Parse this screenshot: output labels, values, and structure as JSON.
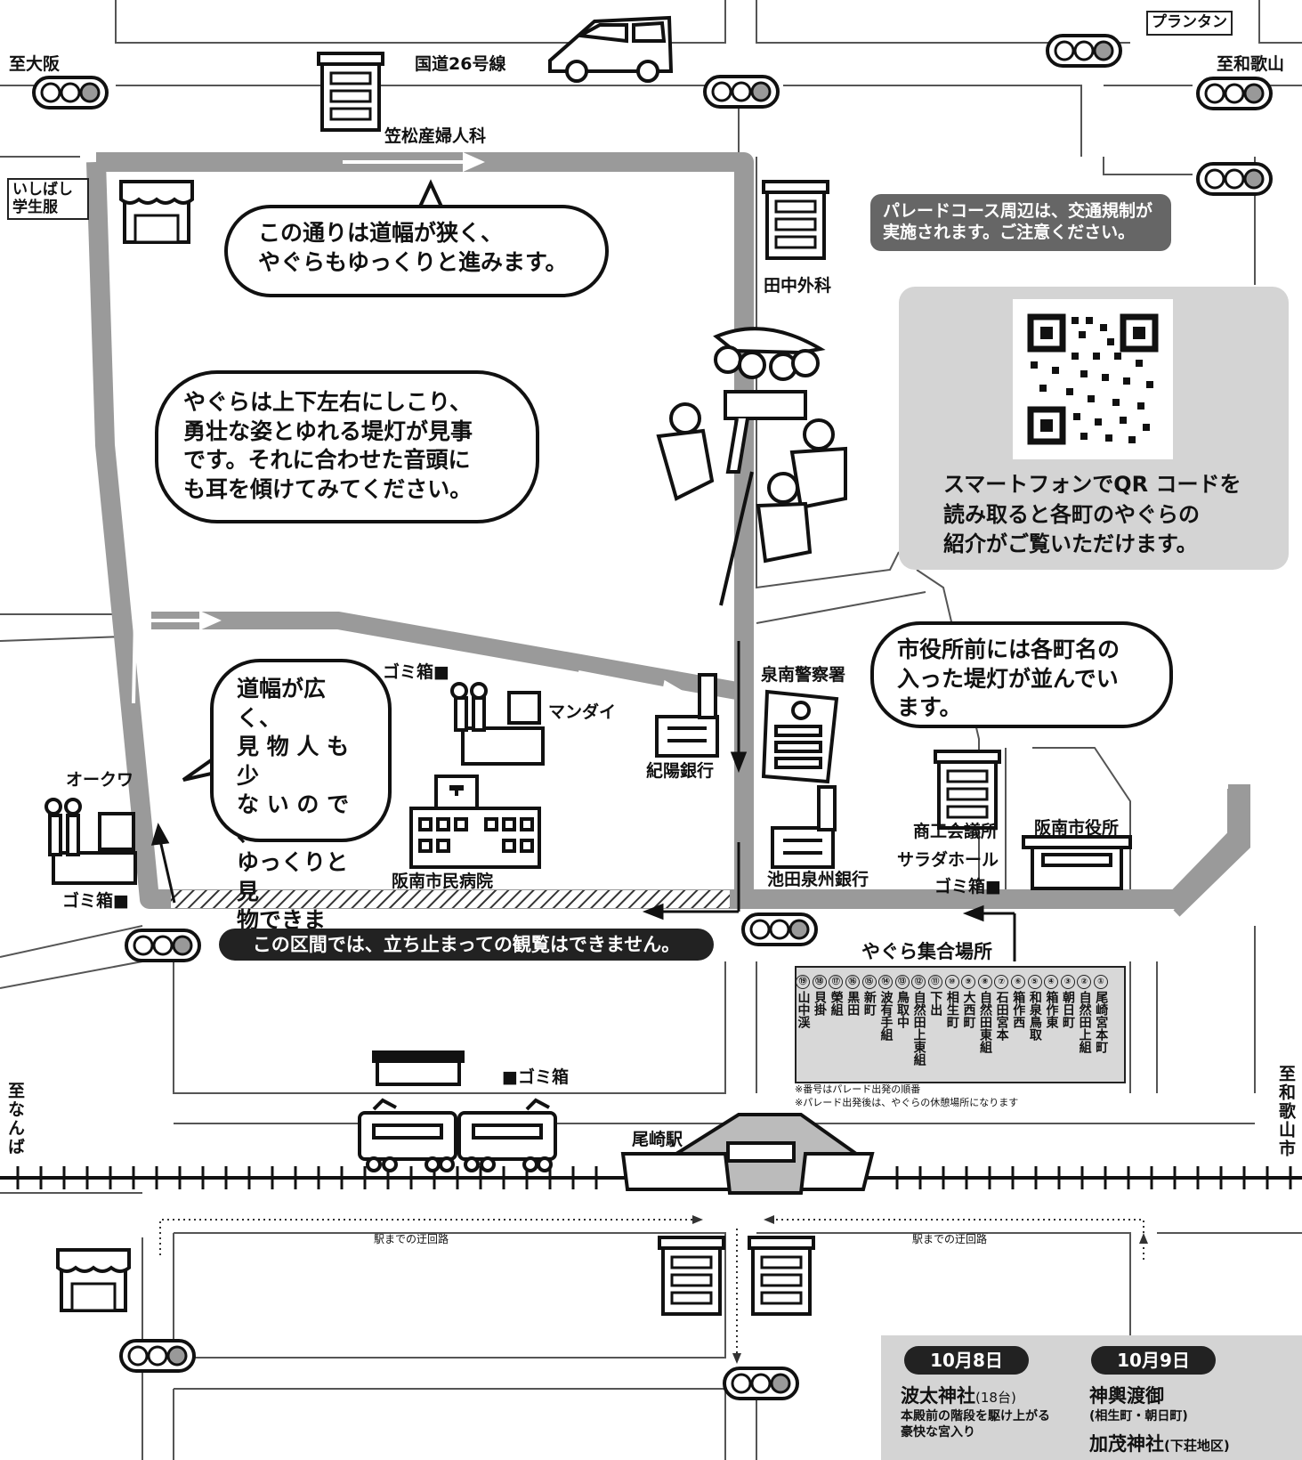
{
  "map": {
    "directions": {
      "osaka": "至大阪",
      "wakayama": "至和歌山",
      "namba": "至なんば",
      "wakayama_city": "至和歌山市"
    },
    "roads": {
      "route26": "国道26号線"
    },
    "landmarks": {
      "printemps": "プランタン",
      "ishibashi": "いしばし\n学生服",
      "kasamatsu": "笠松産婦人科",
      "tanaka": "田中外科",
      "sennan_police": "泉南警察署",
      "kiyo_bank": "紀陽銀行",
      "mandai": "マンダイ",
      "trash_upper": "ゴミ箱■",
      "okuwa": "オークワ",
      "trash_left": "ゴミ箱■",
      "hannan_hospital": "阪南市民病院",
      "ikeda_bank": "池田泉州銀行",
      "chamber": "商工会議所",
      "salad_hall": "サラダホール",
      "trash_right": "ゴミ箱■",
      "city_office": "阪南市役所",
      "trash_station": "■ゴミ箱",
      "ozaki_station": "尾崎駅",
      "detour_left": "駅までの迂回路",
      "detour_right": "駅までの迂回路"
    },
    "bubbles": {
      "narrow": "この通りは道幅が狭く、\nやぐらもゆっくりと進みます。",
      "yagura": "やぐらは上下左右にしこり、\n勇壮な姿とゆれる堤灯が見事\nです。それに合わせた音頭に\nも耳を傾けてみてください。",
      "wide": "道幅が広く、\n見 物 人 も 少\nな い の で 、\nゆっくりと見\n物できます。",
      "lanterns": "市役所前には各町名の\n入った堤灯が並んでい\nます。"
    },
    "traffic_notice": "パレードコース周辺は、交通規制が\n実施されます。ご注意ください。",
    "qr_text": "スマートフォンでQR コードを\n読み取ると各町のやぐらの\n紹介がご覧いただけます。",
    "no_viewing": "この区間では、立ち止まっての観覧はできません。",
    "assembly": {
      "title": "やぐら集合場所",
      "entries": [
        {
          "n": "①",
          "name": "尾崎宮本町"
        },
        {
          "n": "②",
          "name": "自然田上組"
        },
        {
          "n": "③",
          "name": "朝日町"
        },
        {
          "n": "④",
          "name": "箱作東"
        },
        {
          "n": "⑤",
          "name": "和泉鳥取"
        },
        {
          "n": "⑥",
          "name": "箱作西"
        },
        {
          "n": "⑦",
          "name": "石田宮本"
        },
        {
          "n": "⑧",
          "name": "自然田東組"
        },
        {
          "n": "⑨",
          "name": "大西町"
        },
        {
          "n": "⑩",
          "name": "相生町"
        },
        {
          "n": "⑪",
          "name": "下出"
        },
        {
          "n": "⑫",
          "name": "自然田上東組"
        },
        {
          "n": "⑬",
          "name": "鳥取中"
        },
        {
          "n": "⑭",
          "name": "波有手組"
        },
        {
          "n": "⑮",
          "name": "新町"
        },
        {
          "n": "⑯",
          "name": "黒田"
        },
        {
          "n": "⑰",
          "name": "榮組"
        },
        {
          "n": "⑱",
          "name": "貝掛"
        },
        {
          "n": "⑲",
          "name": "山中渓"
        }
      ],
      "note1": "※番号はパレード出発の順番",
      "note2": "※パレード出発後は、やぐらの休憩場所になります"
    },
    "schedule": {
      "day1": {
        "date": "10月8日",
        "shrine": "波太神社",
        "count": "(18台)",
        "desc": "本殿前の階段を駆け上がる\n豪快な宮入り"
      },
      "day2": {
        "date": "10月9日",
        "event": "神輿渡御",
        "towns": "(相生町・朝日町)",
        "shrine": "加茂神社",
        "area": "(下荘地区)"
      }
    },
    "colors": {
      "route": "#9a9a9a",
      "panel": "#d4d4d4",
      "dark": "#222222"
    }
  }
}
